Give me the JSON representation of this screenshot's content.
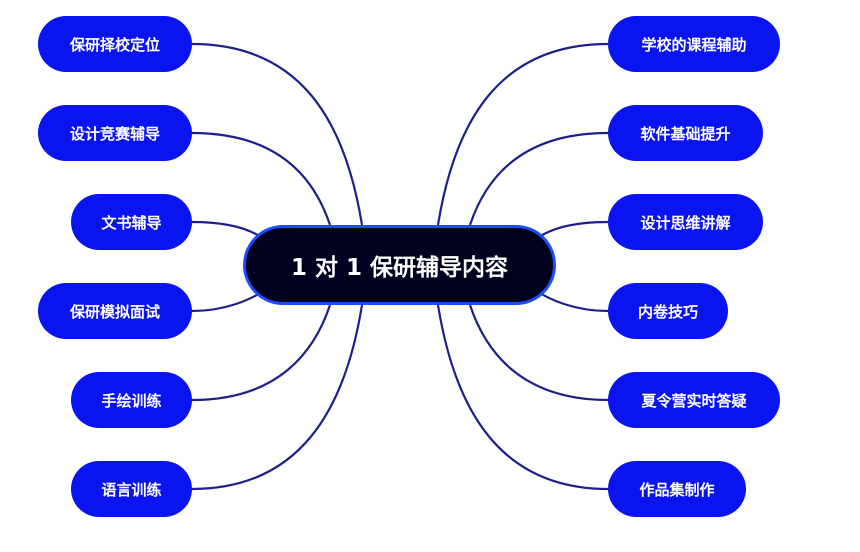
{
  "colors": {
    "node": "#0a14f0",
    "center": "#00001f",
    "line": "#1e1e8c"
  },
  "center": {
    "label": "1 对 1 保研辅导内容"
  },
  "left_nodes": [
    {
      "label": "保研择校定位"
    },
    {
      "label": "设计竞赛辅导"
    },
    {
      "label": "文书辅导"
    },
    {
      "label": "保研模拟面试"
    },
    {
      "label": "手绘训练"
    },
    {
      "label": "语言训练"
    }
  ],
  "right_nodes": [
    {
      "label": "学校的课程辅助"
    },
    {
      "label": "软件基础提升"
    },
    {
      "label": "设计思维讲解"
    },
    {
      "label": "内卷技巧"
    },
    {
      "label": "夏令营实时答疑"
    },
    {
      "label": "作品集制作"
    }
  ]
}
